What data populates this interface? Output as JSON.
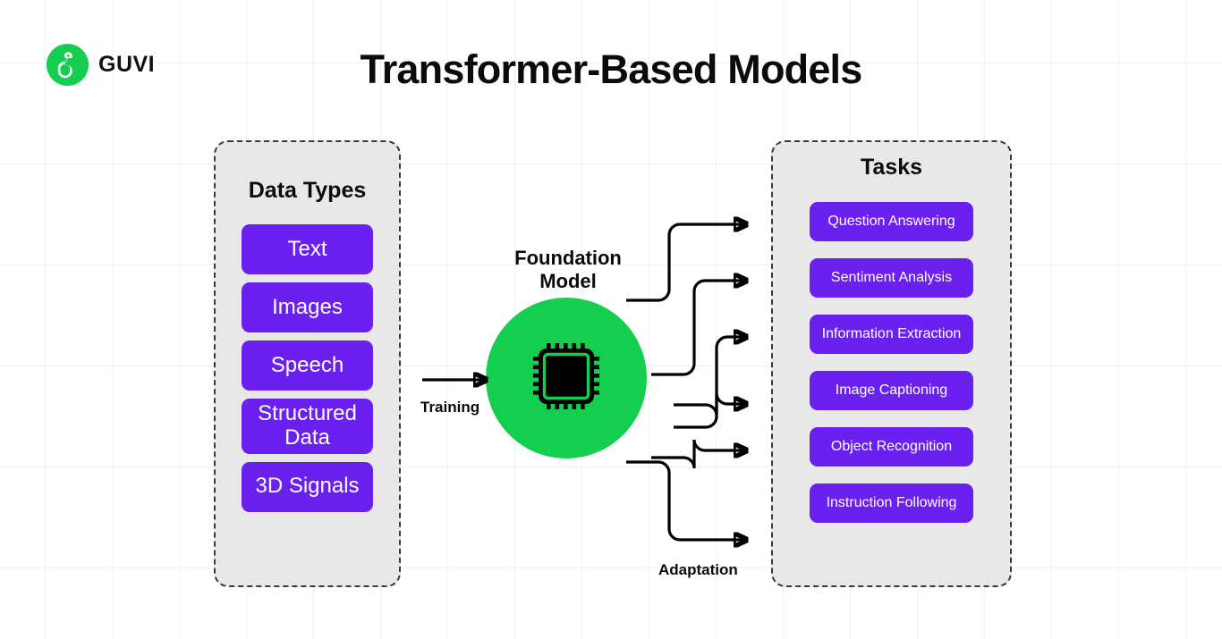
{
  "brand": {
    "name": "GUVI",
    "logo_icon": "guvi-g-logo-icon"
  },
  "title": "Transformer-Based Models",
  "colors": {
    "purple": "#6a21f0",
    "green": "#14ce4f",
    "panel_bg": "#e8e8e8",
    "panel_border": "#3a3a3a",
    "grid": "#f0f0f0",
    "text": "#0b0b0b"
  },
  "data_types_panel": {
    "title": "Data Types",
    "items": [
      {
        "label": "Text"
      },
      {
        "label": "Images"
      },
      {
        "label": "Speech"
      },
      {
        "label": "Structured Data"
      },
      {
        "label": "3D Signals"
      }
    ]
  },
  "foundation_model": {
    "label_line1": "Foundation",
    "label_line2": "Model",
    "icon": "microchip-cpu-icon"
  },
  "edges": {
    "training_label": "Training",
    "adaptation_label": "Adaptation"
  },
  "tasks_panel": {
    "title": "Tasks",
    "items": [
      {
        "label": "Question Answering"
      },
      {
        "label": "Sentiment Analysis"
      },
      {
        "label": "Information Extraction"
      },
      {
        "label": "Image Captioning"
      },
      {
        "label": "Object Recognition"
      },
      {
        "label": "Instruction Following"
      }
    ]
  }
}
